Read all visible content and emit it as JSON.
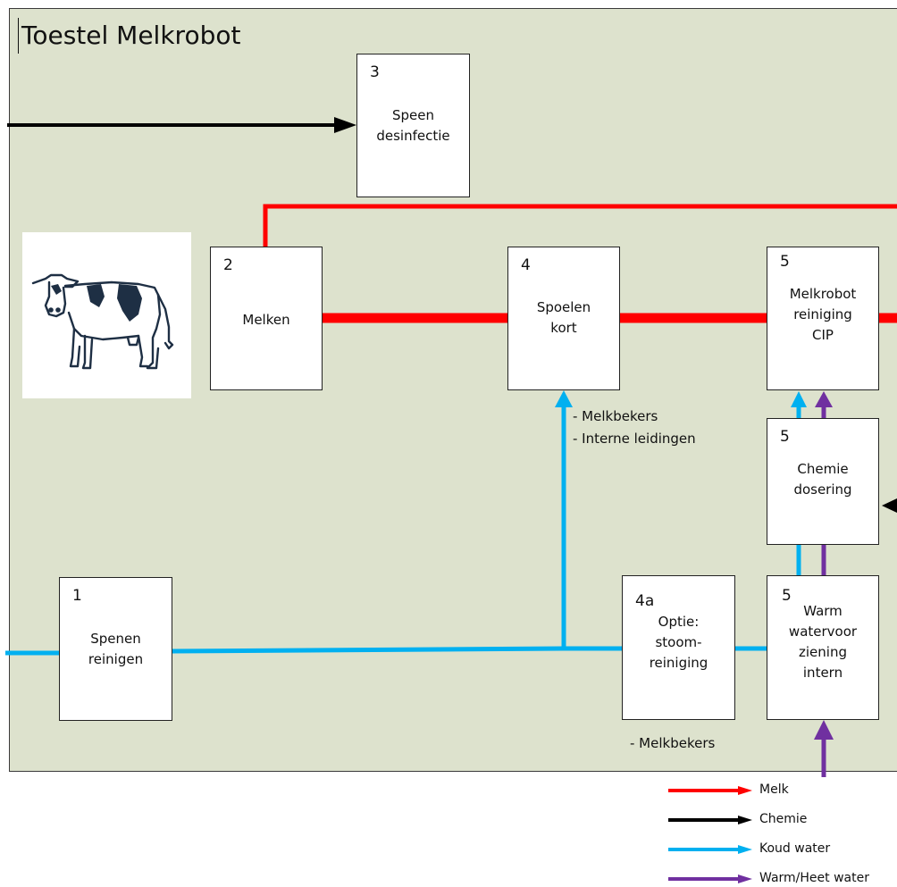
{
  "title": "Toestel Melkrobot",
  "boxes": {
    "b3": {
      "num": "3",
      "label": "Speen\ndesinfectie"
    },
    "b2": {
      "num": "2",
      "label": "Melken"
    },
    "b4": {
      "num": "4",
      "label": "Spoelen\nkort"
    },
    "b5a": {
      "num": "5",
      "label": "Melkrobot\nreiniging\nCIP"
    },
    "b5b": {
      "num": "5",
      "label": "Chemie\ndosering"
    },
    "b1": {
      "num": "1",
      "label": "Spenen\nreinigen"
    },
    "b4a": {
      "num": "4a",
      "label": "Optie:\nstoom-\nreiniging"
    },
    "b5c": {
      "num": "5",
      "label": "Warm\nwatervoor\nziening\nintern"
    }
  },
  "notes": {
    "spoelen": "- Melkbekers\n- Interne leidingen",
    "stoom": "- Melkbekers"
  },
  "legend": [
    {
      "label": "Melk",
      "color": "#ff0000"
    },
    {
      "label": "Chemie",
      "color": "#000000"
    },
    {
      "label": "Koud water",
      "color": "#00b0f0"
    },
    {
      "label": "Warm/Heet water",
      "color": "#7030a0"
    }
  ],
  "icons": {
    "cow": "cow-icon"
  }
}
